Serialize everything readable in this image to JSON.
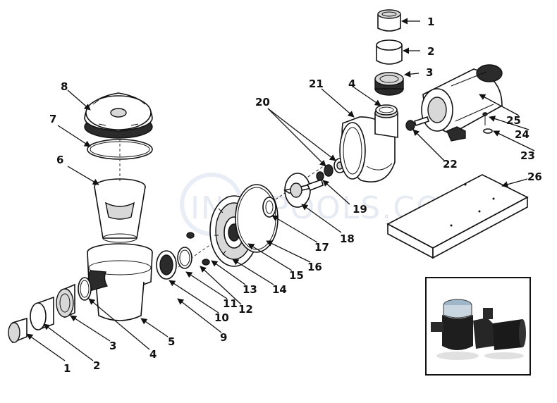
{
  "watermark": "INYOPOOLS.COM",
  "callouts": {
    "c1_left": "1",
    "c2_left": "2",
    "c3_left": "3",
    "c4_left": "4",
    "c5": "5",
    "c6": "6",
    "c7": "7",
    "c8": "8",
    "c9": "9",
    "c10": "10",
    "c11": "11",
    "c12": "12",
    "c13": "13",
    "c14": "14",
    "c15": "15",
    "c16": "16",
    "c17": "17",
    "c18": "18",
    "c19": "19",
    "c20": "20",
    "c21": "21",
    "c22": "22",
    "c23": "23",
    "c24": "24",
    "c25": "25",
    "c26": "26",
    "c1_top": "1",
    "c2_top": "2",
    "c3_top": "3",
    "c4_top": "4"
  }
}
